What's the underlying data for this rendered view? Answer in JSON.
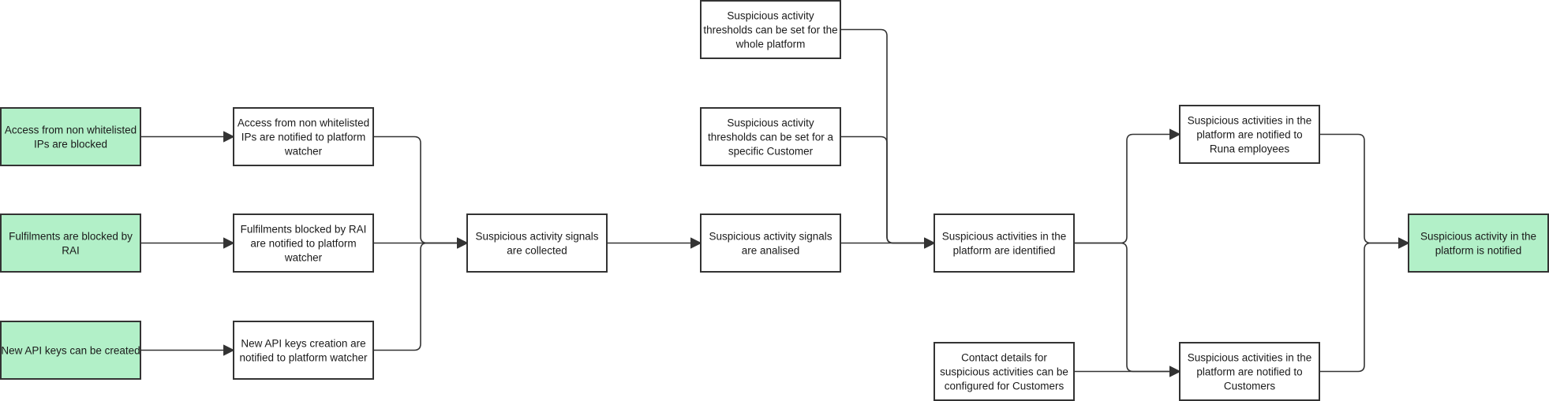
{
  "colors": {
    "start_fill": "#b2f0c8",
    "box_fill": "#ffffff",
    "stroke": "#333333"
  },
  "nodes": [
    {
      "id": "n1",
      "kind": "start",
      "lines": [
        "Access from non whitelisted",
        "IPs are blocked"
      ]
    },
    {
      "id": "n2",
      "kind": "start",
      "lines": [
        "Fulfilments are blocked by",
        "RAI"
      ]
    },
    {
      "id": "n3",
      "kind": "start",
      "lines": [
        "New API keys can be created"
      ]
    },
    {
      "id": "n4",
      "kind": "step",
      "lines": [
        "Access from non whitelisted",
        "IPs are notified to platform",
        "watcher"
      ]
    },
    {
      "id": "n5",
      "kind": "step",
      "lines": [
        "Fulfilments blocked by RAI",
        "are notified to platform",
        "watcher"
      ]
    },
    {
      "id": "n6",
      "kind": "step",
      "lines": [
        "New API keys creation are",
        "notified to platform watcher"
      ]
    },
    {
      "id": "n7",
      "kind": "step",
      "lines": [
        "Suspicious activity signals",
        "are collected"
      ]
    },
    {
      "id": "n8",
      "kind": "step",
      "lines": [
        "Suspicious activity",
        "thresholds can be set for the",
        "whole platform"
      ]
    },
    {
      "id": "n9",
      "kind": "step",
      "lines": [
        "Suspicious activity",
        "thresholds can be set for a",
        "specific Customer"
      ]
    },
    {
      "id": "n10",
      "kind": "step",
      "lines": [
        "Suspicious activity signals",
        "are analised"
      ]
    },
    {
      "id": "n11",
      "kind": "step",
      "lines": [
        "Suspicious activities in the",
        "platform are identified"
      ]
    },
    {
      "id": "n12",
      "kind": "step",
      "lines": [
        "Contact details for",
        "suspicious activities can be",
        "configured for Customers"
      ]
    },
    {
      "id": "n13",
      "kind": "step",
      "lines": [
        "Suspicious activities in the",
        "platform are notified to",
        "Runa employees"
      ]
    },
    {
      "id": "n14",
      "kind": "step",
      "lines": [
        "Suspicious activities in the",
        "platform are notified to",
        "Customers"
      ]
    },
    {
      "id": "n15",
      "kind": "end",
      "lines": [
        "Suspicious activity in the",
        "platform is notified"
      ]
    }
  ],
  "edges": [
    {
      "from": "n1",
      "to": "n4"
    },
    {
      "from": "n2",
      "to": "n5"
    },
    {
      "from": "n3",
      "to": "n6"
    },
    {
      "from": "n4",
      "to": "n7"
    },
    {
      "from": "n5",
      "to": "n7"
    },
    {
      "from": "n6",
      "to": "n7"
    },
    {
      "from": "n7",
      "to": "n10"
    },
    {
      "from": "n8",
      "to": "n11"
    },
    {
      "from": "n9",
      "to": "n11"
    },
    {
      "from": "n10",
      "to": "n11"
    },
    {
      "from": "n11",
      "to": "n13"
    },
    {
      "from": "n11",
      "to": "n14"
    },
    {
      "from": "n12",
      "to": "n14"
    },
    {
      "from": "n13",
      "to": "n15"
    },
    {
      "from": "n14",
      "to": "n15"
    }
  ]
}
